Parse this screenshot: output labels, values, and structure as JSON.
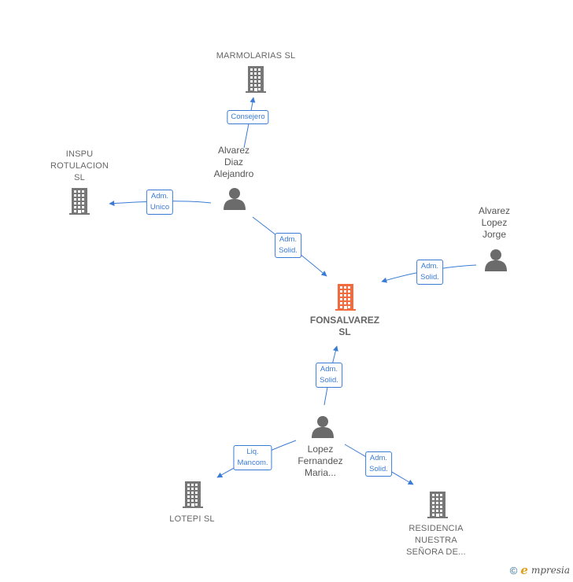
{
  "nodes": {
    "marmolarias": {
      "label_lines": [
        "MARMOLARIAS SL"
      ],
      "type": "company"
    },
    "inspu": {
      "label_lines": [
        "INSPU",
        "ROTULACION",
        "SL"
      ],
      "type": "company"
    },
    "alvarez_diaz": {
      "label_lines": [
        "Alvarez",
        "Diaz",
        "Alejandro"
      ],
      "type": "person"
    },
    "alvarez_lopez": {
      "label_lines": [
        "Alvarez",
        "Lopez",
        "Jorge"
      ],
      "type": "person"
    },
    "fonsalvarez": {
      "label_lines": [
        "FONSALVAREZ",
        "SL"
      ],
      "type": "company-focus"
    },
    "lopez_fernandez": {
      "label_lines": [
        "Lopez",
        "Fernandez",
        "Maria..."
      ],
      "type": "person"
    },
    "lotepi": {
      "label_lines": [
        "LOTEPI  SL"
      ],
      "type": "company"
    },
    "residencia": {
      "label_lines": [
        "RESIDENCIA",
        "NUESTRA",
        "SEÑORA DE..."
      ],
      "type": "company"
    }
  },
  "edges": [
    {
      "id": "e1",
      "from": "alvarez_diaz",
      "to": "marmolarias",
      "label_lines": [
        "Consejero"
      ]
    },
    {
      "id": "e2",
      "from": "alvarez_diaz",
      "to": "inspu",
      "label_lines": [
        "Adm.",
        "Unico"
      ]
    },
    {
      "id": "e3",
      "from": "alvarez_diaz",
      "to": "fonsalvarez",
      "label_lines": [
        "Adm.",
        "Solid."
      ]
    },
    {
      "id": "e4",
      "from": "alvarez_lopez",
      "to": "fonsalvarez",
      "label_lines": [
        "Adm.",
        "Solid."
      ]
    },
    {
      "id": "e5",
      "from": "lopez_fernandez",
      "to": "fonsalvarez",
      "label_lines": [
        "Adm.",
        "Solid."
      ]
    },
    {
      "id": "e6",
      "from": "lopez_fernandez",
      "to": "lotepi",
      "label_lines": [
        "Liq.",
        "Mancom."
      ]
    },
    {
      "id": "e7",
      "from": "lopez_fernandez",
      "to": "residencia",
      "label_lines": [
        "Adm.",
        "Solid."
      ]
    }
  ],
  "colors": {
    "edge": "#3a7bd5",
    "company": "#777777",
    "focus": "#f26a3d",
    "person": "#6b6b6b"
  },
  "icons": {
    "company": "building-icon",
    "person": "person-icon"
  },
  "brand": {
    "symbol": "©",
    "initial": "e",
    "name": "mpresia"
  }
}
